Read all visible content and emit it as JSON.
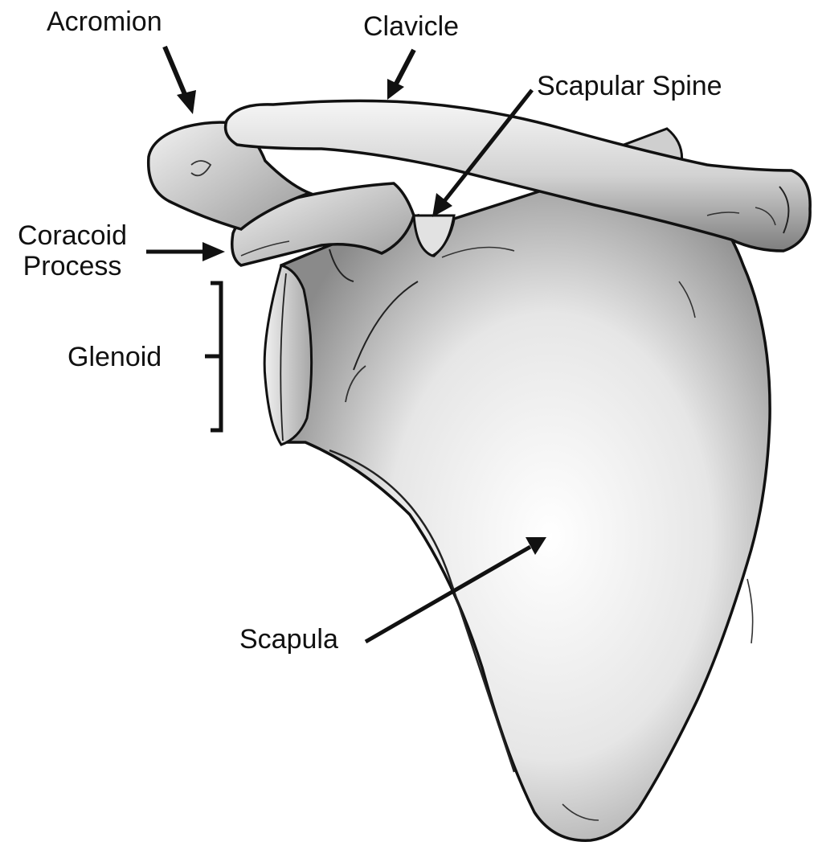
{
  "labels": {
    "acromion": "Acromion",
    "clavicle": "Clavicle",
    "scapular_spine": "Scapular Spine",
    "coracoid_line1": "Coracoid",
    "coracoid_line2": "Process",
    "glenoid": "Glenoid",
    "scapula": "Scapula"
  },
  "colors": {
    "bone_fill": "#d9d9d9",
    "bone_light": "#f4f4f4",
    "bone_shadow": "#7a7a7a",
    "outline": "#111111",
    "text": "#111111",
    "background": "#ffffff"
  }
}
